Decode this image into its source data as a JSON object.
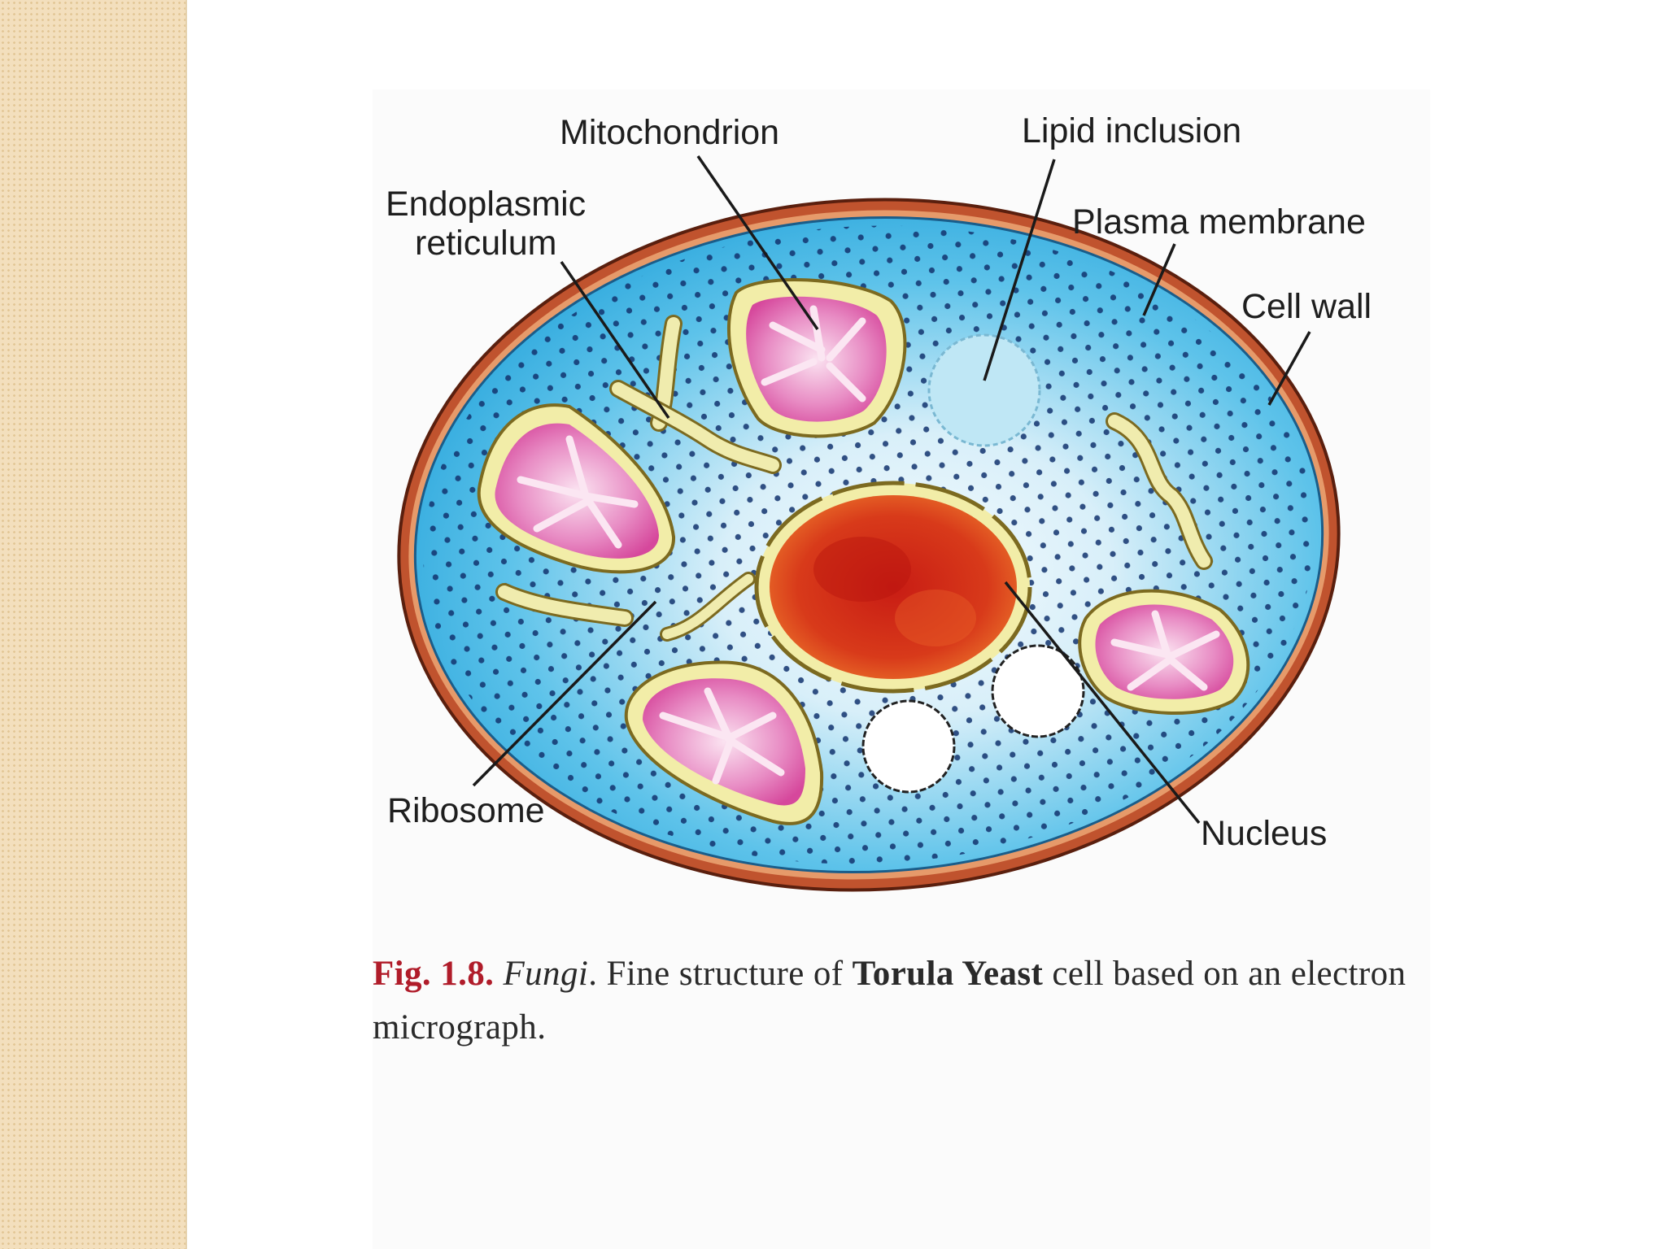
{
  "labels": {
    "mitochondrion": "Mitochondrion",
    "lipid_inclusion": "Lipid inclusion",
    "endoplasmic_reticulum_line1": "Endoplasmic",
    "endoplasmic_reticulum_line2": "reticulum",
    "plasma_membrane": "Plasma membrane",
    "cell_wall": "Cell wall",
    "ribosome": "Ribosome",
    "nucleus": "Nucleus"
  },
  "caption": {
    "fig_number": "Fig. 1.8.",
    "kingdom": "Fungi",
    "text_before_bold": ". Fine structure of ",
    "bold_name": "Torula Yeast",
    "text_after_bold": " cell based on an electron micrograph."
  },
  "colors": {
    "cell_wall": "#b5462a",
    "cytoplasm": "#3fb4e0",
    "nucleus": "#d1301a",
    "mitochondria_matrix": "#e05aa8",
    "mitochondria_envelope": "#f2eda8",
    "side_strip": "#f3dfbd",
    "caption_fig": "#b01c2a"
  }
}
